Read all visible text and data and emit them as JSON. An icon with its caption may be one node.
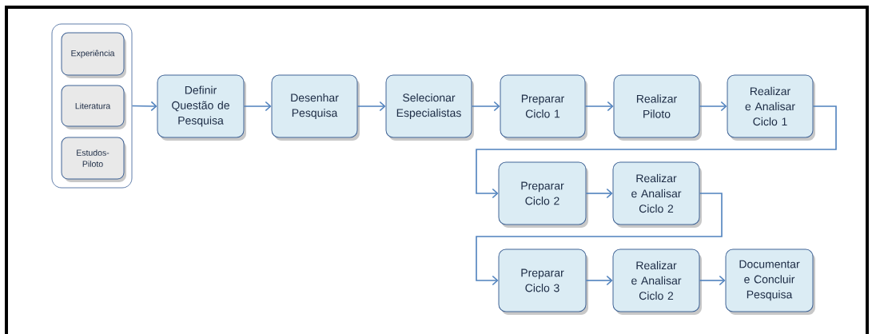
{
  "diagram": {
    "nodes": [
      {
        "text": [],
        "shape": "box"
      },
      {
        "text": [
          "Experiência"
        ],
        "in": 0
      },
      {
        "text": [
          "Literatura"
        ],
        "in": 0
      },
      {
        "text": [
          "Estudos-Piloto"
        ],
        "in": 0
      },
      {
        "text": [
          "Definir Questão de Pesquisa"
        ]
      },
      {
        "text": [
          "Desenhar Pesquisa"
        ]
      },
      {
        "text": [
          "Selecionar Especialistas"
        ]
      },
      {
        "text": [
          "Preparar Ciclo 1"
        ]
      },
      {
        "text": [
          "Realizar Piloto"
        ]
      },
      {
        "text": [
          "Realizar e Analisar Ciclo 1"
        ]
      },
      {
        "text": [
          "Preparar Ciclo 2"
        ]
      },
      {
        "text": [
          "Realizar e Analisar Ciclo 2"
        ]
      },
      {
        "text": [
          "Preparar Ciclo 3"
        ]
      },
      {
        "text": [
          "Realizar e Analisar Ciclo 2"
        ]
      },
      {
        "text": [
          "Documentar e Concluir Pesquisa"
        ]
      }
    ],
    "edges": [
      {
        "from": 0,
        "to": 4,
        "arrow": "to"
      },
      {
        "from": 4,
        "to": 5,
        "arrow": "to"
      },
      {
        "from": 5,
        "to": 6,
        "arrow": "to"
      },
      {
        "from": 6,
        "to": 7,
        "arrow": "to"
      },
      {
        "from": 7,
        "to": 8,
        "arrow": "to"
      },
      {
        "from": 8,
        "to": 9,
        "arrow": "to"
      },
      {
        "from": 9,
        "to": 10,
        "arrow": "to"
      },
      {
        "from": 10,
        "to": 11,
        "arrow": "to"
      },
      {
        "from": 11,
        "to": 12,
        "arrow": "to"
      },
      {
        "from": 12,
        "to": 13,
        "arrow": "to"
      },
      {
        "from": 13,
        "to": 14,
        "arrow": "to"
      }
    ]
  }
}
